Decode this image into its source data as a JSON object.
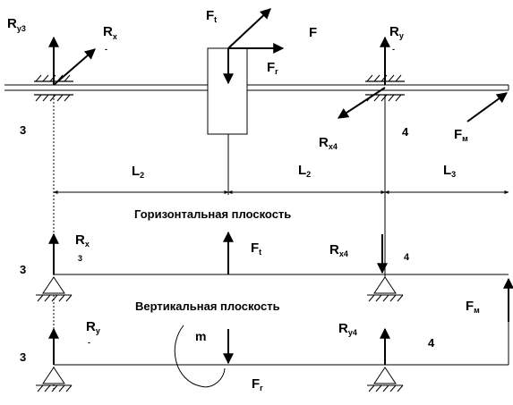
{
  "top_view": {
    "ry3": "R",
    "ry3_sub": "y3",
    "rx": "R",
    "rx_sub": "x",
    "ft": "F",
    "ft_sub": "t",
    "f": "F",
    "fr": "F",
    "fr_sub": "r",
    "ry": "R",
    "ry_sub": "y",
    "rx4": "R",
    "rx4_sub": "x4",
    "fm": "F",
    "fm_sub": "м",
    "support_left": "3",
    "support_right": "4",
    "dash1": "-",
    "dash2": "-"
  },
  "dimensions": {
    "l2_first": "L",
    "l2_first_sub": "2",
    "l2_second": "L",
    "l2_second_sub": "2",
    "l3": "L",
    "l3_sub": "3"
  },
  "horizontal_plane": {
    "title": "Горизонтальная плоскость",
    "rx": "R",
    "rx_sub": "x",
    "rx_small": "3",
    "ft": "F",
    "ft_sub": "t",
    "rx4": "R",
    "rx4_sub": "x4",
    "support_left": "3",
    "support_right": "4"
  },
  "vertical_plane": {
    "title": "Вертикальная плоскость",
    "fm": "F",
    "fm_sub": "м",
    "ry": "R",
    "ry_sub": "y",
    "dash": "-",
    "m": "m",
    "ry4": "R",
    "ry4_sub": "y4",
    "support_left": "3",
    "support_right": "4",
    "fr": "F",
    "fr_sub": "r"
  }
}
